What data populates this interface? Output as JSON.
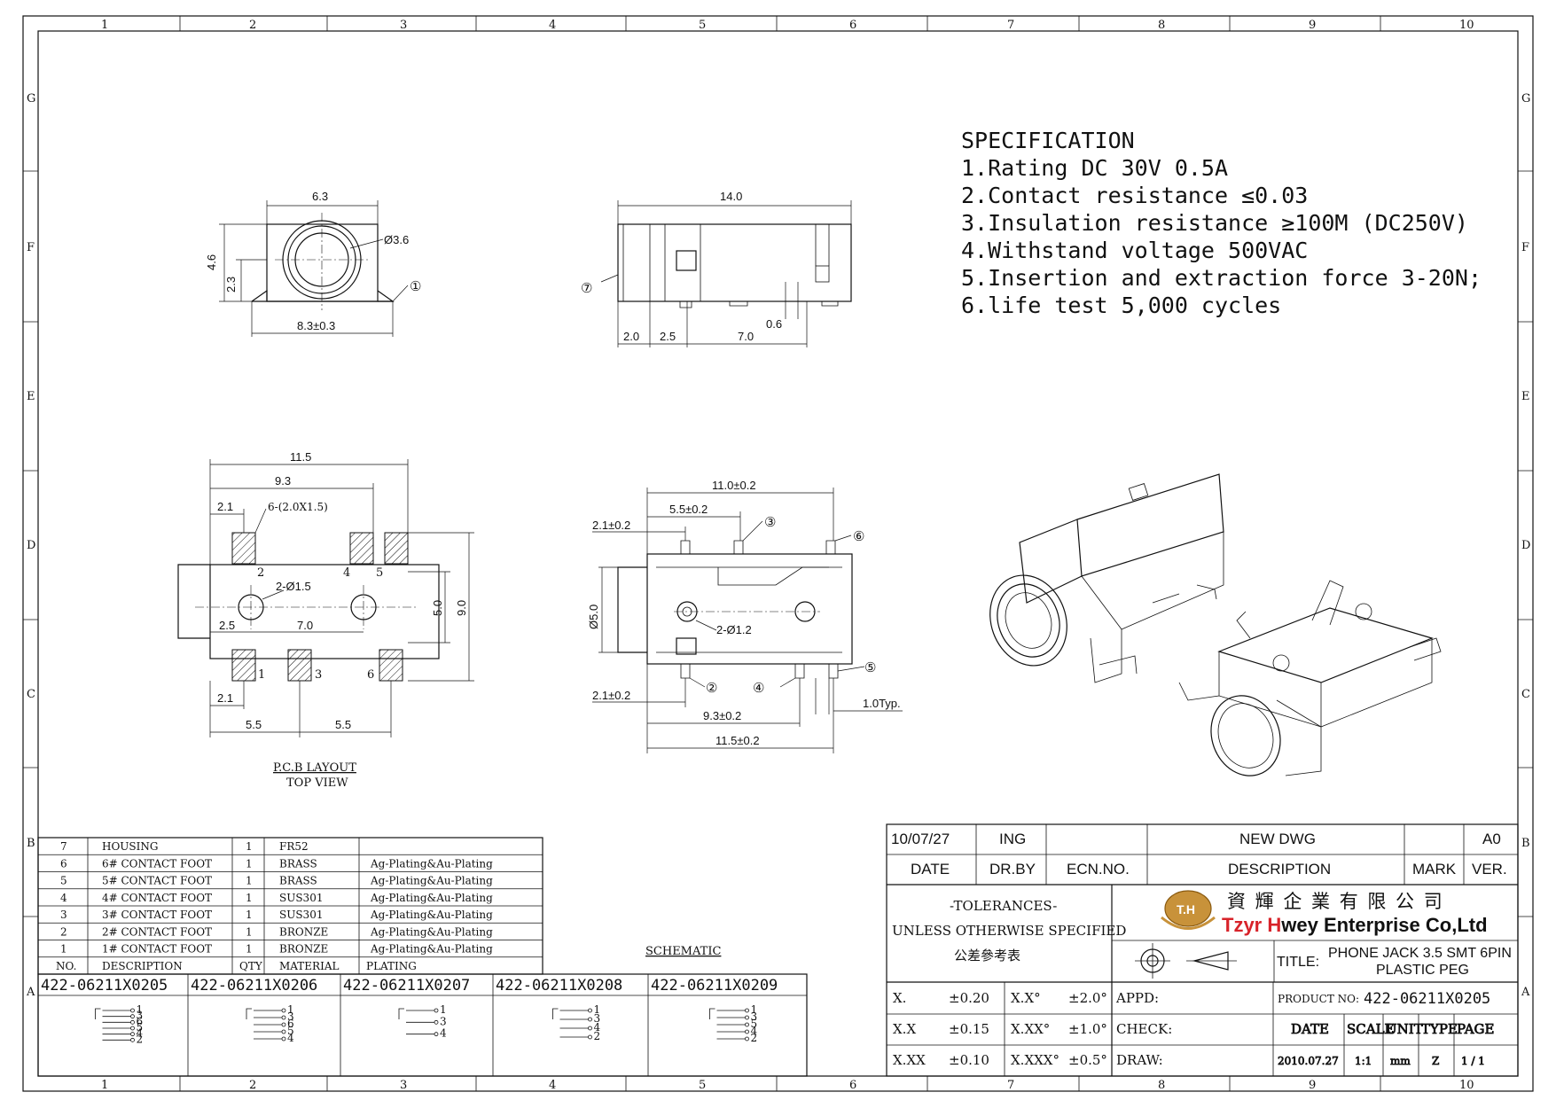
{
  "frame": {
    "columns": [
      "1",
      "2",
      "3",
      "4",
      "5",
      "6",
      "7",
      "8",
      "9",
      "10"
    ],
    "rows": [
      "G",
      "F",
      "E",
      "D",
      "C",
      "B",
      "A"
    ]
  },
  "specification": {
    "title": "SPECIFICATION",
    "items": [
      "1.Rating   DC 30V 0.5A",
      "2.Contact resistance  ≤0.03",
      "3.Insulation resistance  ≥100M  (DC250V)",
      "4.Withstand voltage  500VAC",
      "5.Insertion and extraction force  3-20N;",
      "6.life test  5,000 cycles"
    ]
  },
  "front_view": {
    "width": "6.3",
    "height": "4.6",
    "center_height": "2.3",
    "diameter": "Ø3.6",
    "overall": "8.3±0.3",
    "balloon": "①"
  },
  "side_view": {
    "length": "14.0",
    "d1": "2.0",
    "d2": "2.5",
    "d3": "7.0",
    "d4": "0.6",
    "balloon": "⑦"
  },
  "pcb_layout": {
    "caption_1": "P.C.B LAYOUT",
    "caption_2": "TOP VIEW",
    "dims": {
      "overall_w": "11.5",
      "inner_w": "9.3",
      "pad_offset": "2.1",
      "pad_note": "6-(2.0X1.5)",
      "holes": "2-Ø1.5",
      "hole_offset": "2.5",
      "hole_pitch": "7.0",
      "h_inner": "5.0",
      "h_outer": "9.0",
      "bottom_offset": "2.1",
      "bottom_l": "5.5",
      "bottom_r": "5.5"
    },
    "pad_labels": [
      "2",
      "4",
      "5",
      "1",
      "3",
      "6"
    ]
  },
  "top_view": {
    "dims": {
      "overall": "11.0±0.2",
      "half": "5.5±0.2",
      "top_off": "2.1±0.2",
      "dia": "Ø5.0",
      "holes": "2-Ø1.2",
      "bot_off": "2.1±0.2",
      "pitch": "9.3±0.2",
      "total": "11.5±0.2",
      "typ": "1.0Typ."
    },
    "balloons": [
      "③",
      "⑥",
      "②",
      "④",
      "⑤"
    ]
  },
  "bom": {
    "headers": [
      "NO.",
      "DESCRIPTION",
      "QTY",
      "MATERIAL",
      "PLATING"
    ],
    "rows": [
      [
        "7",
        "HOUSING",
        "1",
        "FR52",
        ""
      ],
      [
        "6",
        "6# CONTACT FOOT",
        "1",
        "BRASS",
        "Ag-Plating&Au-Plating"
      ],
      [
        "5",
        "5# CONTACT FOOT",
        "1",
        "BRASS",
        "Ag-Plating&Au-Plating"
      ],
      [
        "4",
        "4# CONTACT FOOT",
        "1",
        "SUS301",
        "Ag-Plating&Au-Plating"
      ],
      [
        "3",
        "3# CONTACT FOOT",
        "1",
        "SUS301",
        "Ag-Plating&Au-Plating"
      ],
      [
        "2",
        "2# CONTACT FOOT",
        "1",
        "BRONZE",
        "Ag-Plating&Au-Plating"
      ],
      [
        "1",
        "1# CONTACT FOOT",
        "1",
        "BRONZE",
        "Ag-Plating&Au-Plating"
      ]
    ]
  },
  "schematic": {
    "label": "SCHEMATIC",
    "parts": [
      "422-06211X0205",
      "422-06211X0206",
      "422-06211X0207",
      "422-06211X0208",
      "422-06211X0209"
    ]
  },
  "title_block": {
    "date": "10/07/27",
    "drby": "ING",
    "description": "NEW DWG",
    "ver": "A0",
    "h_date": "DATE",
    "h_drby": "DR.BY",
    "h_ecn": "ECN.NO.",
    "h_desc": "DESCRIPTION",
    "h_mark": "MARK",
    "h_ver": "VER.",
    "tol_title": "-TOLERANCES-",
    "tol_sub": "UNLESS OTHERWISE SPECIFIED",
    "tol_cn": "公差參考表",
    "company_cn": "資 輝 企 業 有 限 公 司",
    "company_1": "Tzyr ",
    "company_h": "H",
    "company_2": "wey Enterprise Co,Ltd",
    "logo": "T.H",
    "title_label": "TITLE:",
    "title_1": "PHONE JACK 3.5 SMT 6PIN",
    "title_2": "PLASTIC PEG",
    "tolerances": [
      {
        "k": "X.",
        "v": "±0.20",
        "ak": "X.X°",
        "av": "±2.0°"
      },
      {
        "k": "X.X",
        "v": "±0.15",
        "ak": "X.XX°",
        "av": "±1.0°"
      },
      {
        "k": "X.XX",
        "v": "±0.10",
        "ak": "X.XXX°",
        "av": "±0.5°"
      }
    ],
    "appd": "APPD:",
    "check": "CHECK:",
    "draw": "DRAW:",
    "product_label": "PRODUCT NO:",
    "product_no": "422-06211X0205",
    "info_headers": [
      "DATE",
      "SCALE",
      "UNIT",
      "TYPE",
      "PAGE"
    ],
    "info_values": [
      "2010.07.27",
      "1:1",
      "mm",
      "Z",
      "1 / 1"
    ]
  }
}
